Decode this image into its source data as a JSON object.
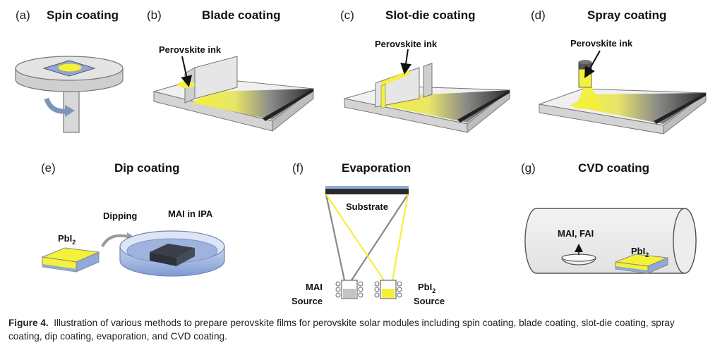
{
  "panels": {
    "a": {
      "letter": "(a)",
      "title": "Spin coating"
    },
    "b": {
      "letter": "(b)",
      "title": "Blade coating",
      "ink": "Perovskite ink"
    },
    "c": {
      "letter": "(c)",
      "title": "Slot-die coating",
      "ink": "Perovskite ink"
    },
    "d": {
      "letter": "(d)",
      "title": "Spray coating",
      "ink": "Perovskite ink"
    },
    "e": {
      "letter": "(e)",
      "title": "Dip coating",
      "dipping": "Dipping",
      "bath": "MAI in IPA",
      "pbi": "PbI",
      "pbi_sub": "2"
    },
    "f": {
      "letter": "(f)",
      "title": "Evaporation",
      "substrate": "Substrate",
      "mai_1": "MAI",
      "mai_2": "Source",
      "pbi": "PbI",
      "pbi_sub": "2",
      "pbi_2": "Source"
    },
    "g": {
      "letter": "(g)",
      "title": "CVD coating",
      "vapor": "MAI, FAI",
      "pbi": "PbI",
      "pbi_sub": "2"
    }
  },
  "caption": {
    "label": "Figure 4.",
    "text": "Illustration of various methods to prepare perovskite films for perovskite solar modules including spin coating, blade coating, slot-die coating, spray coating, dip coating, evaporation, and CVD coating."
  },
  "colors": {
    "perovskite": "#f5f03a",
    "substrate_blue": "#8fa9d8",
    "gray": "#d4d4d4",
    "dark": "#2a2a2a"
  }
}
